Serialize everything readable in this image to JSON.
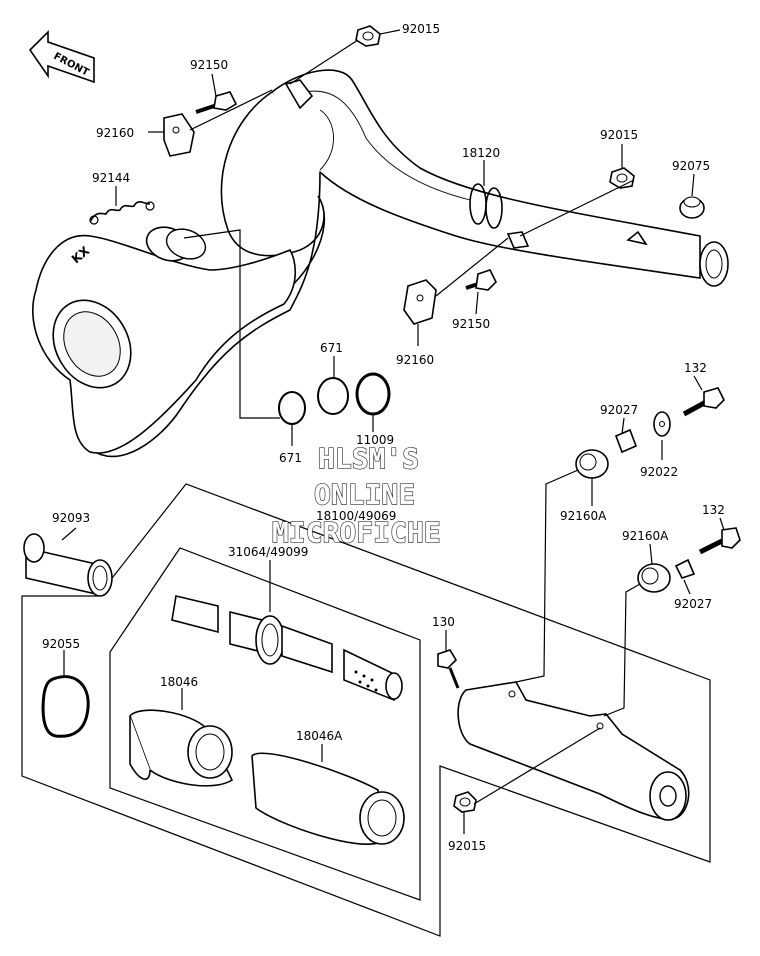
{
  "front_marker": "FRONT",
  "watermark": {
    "line1": "HLSM'S",
    "line2": "ONLINE",
    "line3": "MICROFICHE"
  },
  "labels": {
    "p92015_top": "92015",
    "p92150_top": "92150",
    "p92160_top": "92160",
    "p92144": "92144",
    "p18120": "18120",
    "p92015_mid": "92015",
    "p92075": "92075",
    "p92150_mid": "92150",
    "p92160_mid": "92160",
    "p671_a": "671",
    "p671_b": "671",
    "p11009": "11009",
    "p18100": "18100/49069",
    "p31064": "31064/49099",
    "p92093": "92093",
    "p92055": "92055",
    "p18046": "18046",
    "p18046A": "18046A",
    "p132_a": "132",
    "p92027_a": "92027",
    "p92022": "92022",
    "p92160A_a": "92160A",
    "p132_b": "132",
    "p92160A_b": "92160A",
    "p92027_b": "92027",
    "p130": "130",
    "p92015_bot": "92015"
  },
  "icons": {
    "front": "front-arrow-icon",
    "expansion_chamber": "expansion-chamber-icon",
    "silencer": "silencer-icon"
  }
}
